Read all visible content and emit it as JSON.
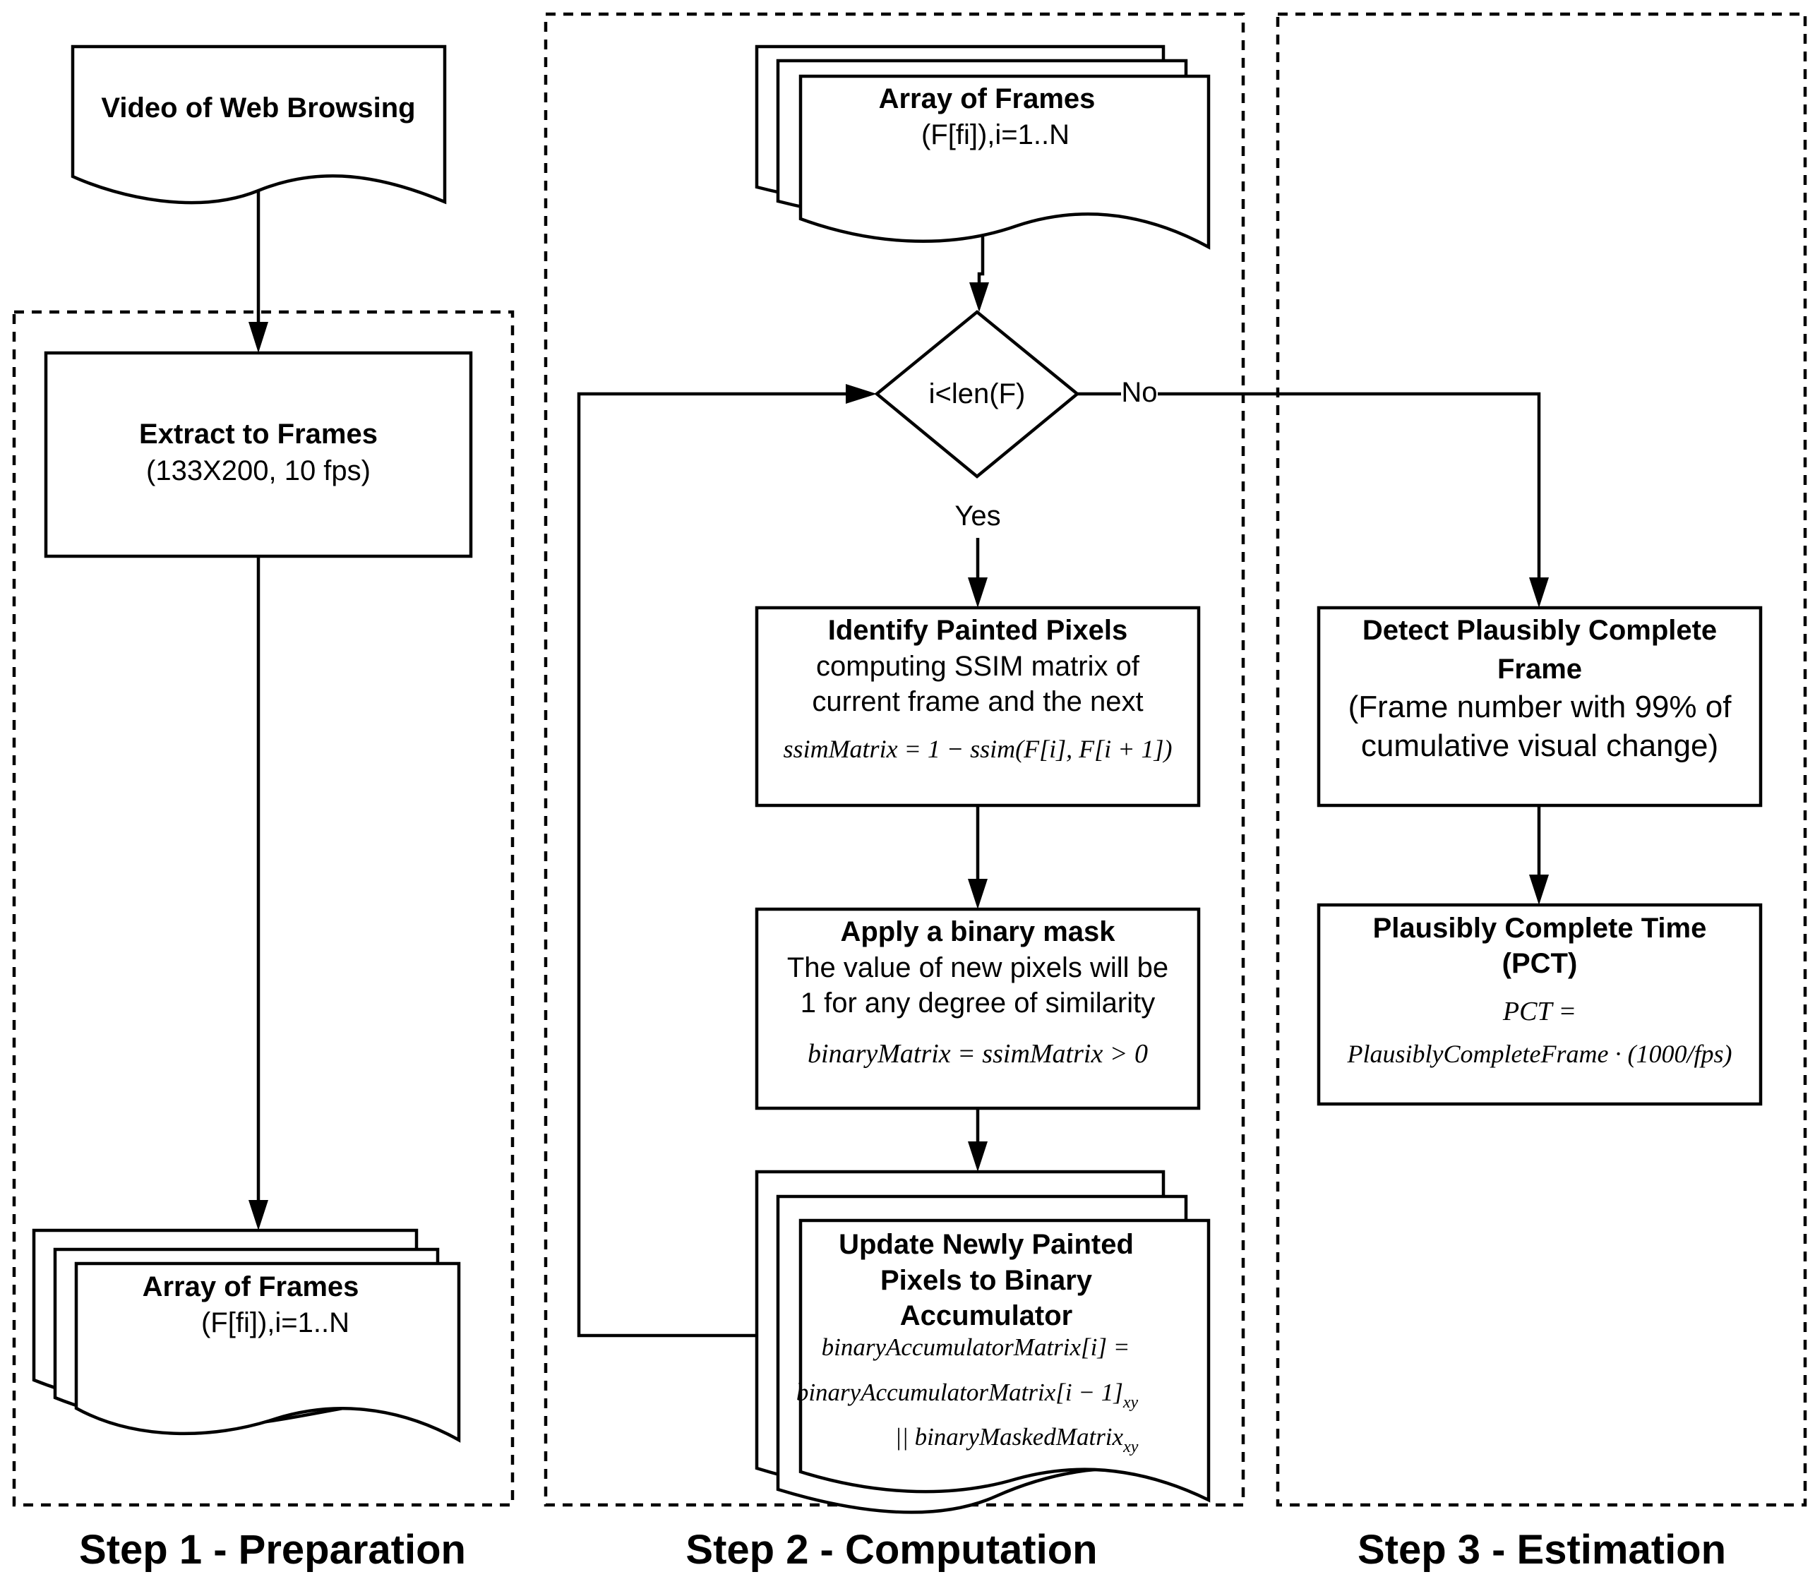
{
  "sections": {
    "step1": "Step 1 - Preparation",
    "step2": "Step 2 - Computation",
    "step3": "Step 3 - Estimation"
  },
  "nodes": {
    "video": {
      "title": "Video of Web Browsing"
    },
    "extract": {
      "title": "Extract to Frames",
      "detail": "(133X200, 10 fps)"
    },
    "array1": {
      "title": "Array of Frames",
      "detail": "(F[fi]),i=1..N"
    },
    "array2": {
      "title": "Array of Frames",
      "detail": "(F[fi]),i=1..N"
    },
    "decision": {
      "text": "i<len(F)",
      "yes_label": "Yes",
      "no_label": "No"
    },
    "identify": {
      "title": "Identify Painted Pixels",
      "lines": [
        "computing SSIM  matrix of",
        "current frame and the next"
      ],
      "formula": "ssimMatrix = 1 − ssim(F[i], F[i + 1])"
    },
    "mask": {
      "title": "Apply a binary mask",
      "lines": [
        "The value of new pixels will be",
        "1 for any degree of similarity"
      ],
      "formula": "binaryMatrix = ssimMatrix > 0"
    },
    "update": {
      "title_lines": [
        "Update  Newly Painted",
        "Pixels to Binary",
        "Accumulator"
      ],
      "formula_lines": [
        "binaryAccumulatorMatrix[i] =",
        "binaryAccumulatorMatrix[i − 1]",
        "|| binaryMaskedMatrix"
      ],
      "subscript": "xy"
    },
    "detect": {
      "title_lines": [
        "Detect Plausibly Complete",
        "Frame"
      ],
      "lines": [
        "(Frame number with  99% of",
        "cumulative visual change)"
      ]
    },
    "pct": {
      "title_lines": [
        "Plausibly Complete Time",
        "(PCT)"
      ],
      "formula_lines": [
        "PCT =",
        "PlausiblyCompleteFrame · (1000/fps)"
      ]
    }
  }
}
